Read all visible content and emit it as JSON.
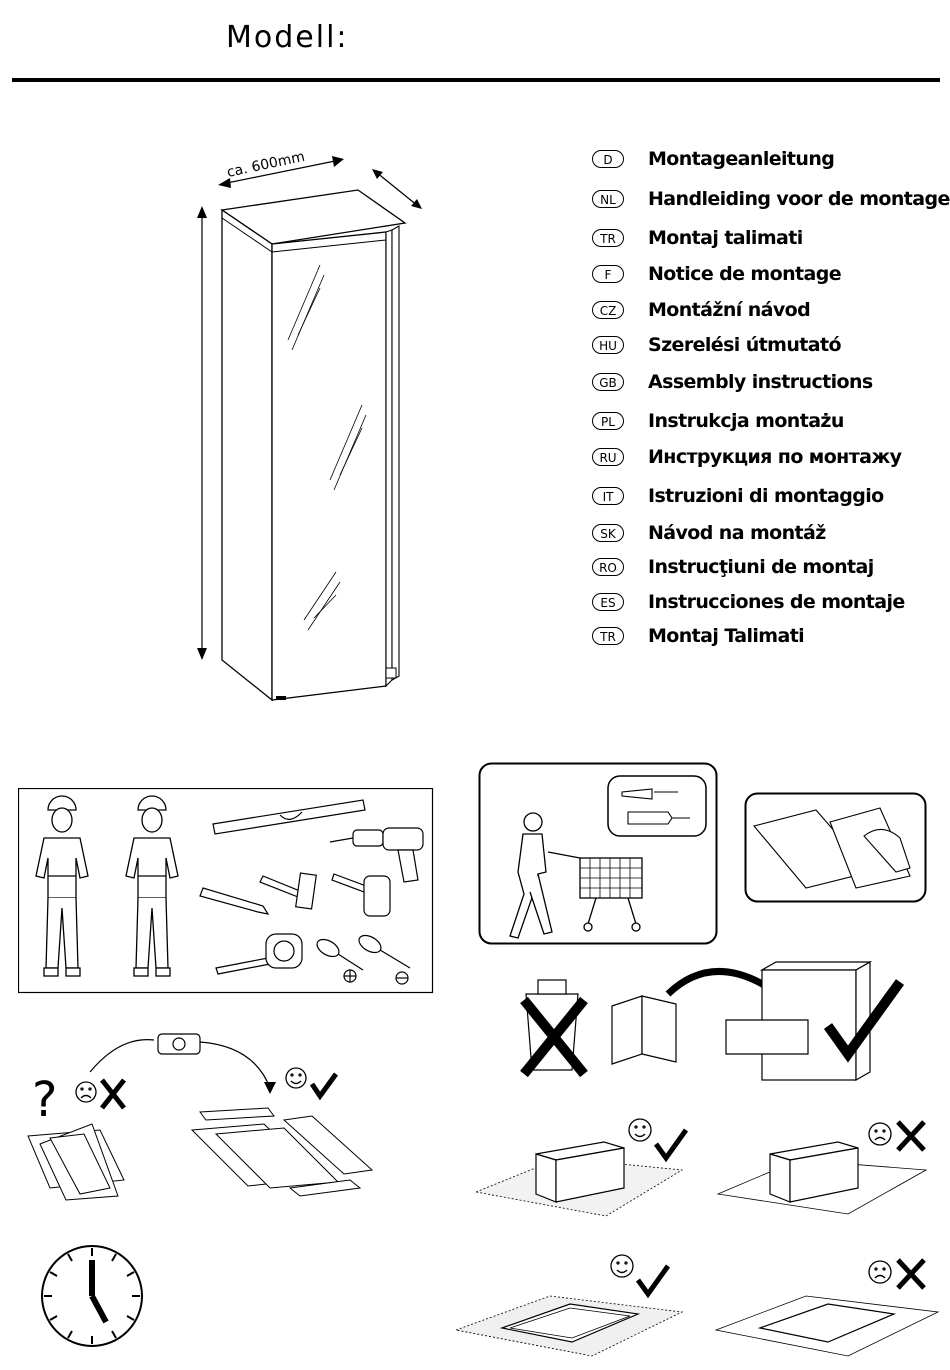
{
  "header": {
    "title": "Modell:"
  },
  "cabinet": {
    "width_label": "ca. 600mm"
  },
  "languages": [
    {
      "code": "D",
      "text": "Montageanleitung"
    },
    {
      "code": "NL",
      "text": "Handleiding voor de montage"
    },
    {
      "code": "TR",
      "text": "Montaj talimati"
    },
    {
      "code": "F",
      "text": "Notice de montage"
    },
    {
      "code": "CZ",
      "text": "Montážní návod"
    },
    {
      "code": "HU",
      "text": "Szerelési útmutató"
    },
    {
      "code": "GB",
      "text": "Assembly instructions"
    },
    {
      "code": "PL",
      "text": "Instrukcja montażu"
    },
    {
      "code": "RU",
      "text": "Инструкция по монтажу"
    },
    {
      "code": "IT",
      "text": "Istruzioni di montaggio"
    },
    {
      "code": "SK",
      "text": "Návod na montáž"
    },
    {
      "code": "RO",
      "text": "Instrucţiuni de montaj"
    },
    {
      "code": "ES",
      "text": "Instrucciones de montaje"
    },
    {
      "code": "TR",
      "text": "Montaj Talimati"
    }
  ],
  "icons": {
    "workers": "two-workers-icon",
    "tools": [
      "spirit-level-icon",
      "drill-icon",
      "pencil-icon",
      "hammer-icon",
      "mallet-icon",
      "tape-measure-icon",
      "phillips-screwdriver-icon",
      "flat-screwdriver-icon"
    ],
    "question_mark": "?",
    "check": "check-icon",
    "cross": "cross-icon",
    "happy": "happy-face-icon",
    "sad": "sad-face-icon",
    "phone": "telephone-icon",
    "shopping": "shopping-cart-icon",
    "gloves": "cleaning-cloth-icon",
    "trash": "trash-bin-icon",
    "manual": "manual-icon",
    "cabinet": "filing-cabinet-icon",
    "clock": "clock-icon"
  }
}
